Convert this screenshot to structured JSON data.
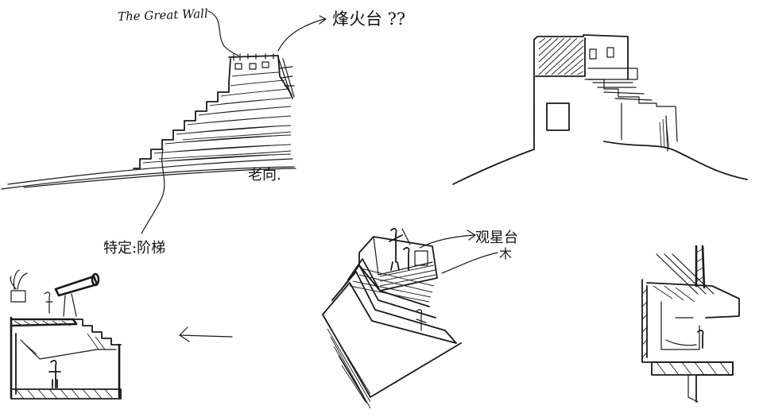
{
  "labels": {
    "great_wall": "The Great Wall",
    "beacon_tower": "烽火台 ??",
    "facing": "老向.",
    "special_stairs": "特定:阶梯",
    "observatory": "观星台",
    "wood": "木"
  },
  "colors": {
    "ink": "#1a1a1a",
    "paper": "#ffffff"
  }
}
